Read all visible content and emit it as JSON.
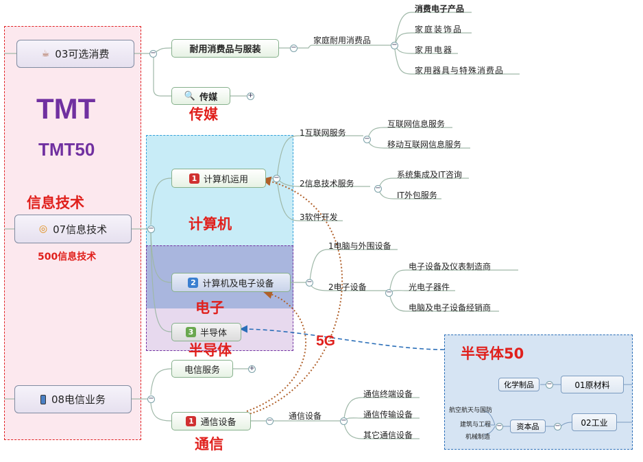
{
  "sections": {
    "tmt_title": "TMT",
    "tmt50": "TMT50",
    "info_tech_red": "信息技术",
    "info_tech500": "500信息技术",
    "media_red": "传媒",
    "computer_red": "计算机",
    "electronics_red": "电子",
    "semiconductor_red": "半导体",
    "telecom_red": "通信",
    "fiveg": "5G",
    "semi50": "半导体50"
  },
  "level1": {
    "consumer": "03可选消费",
    "infotech": "07信息技术",
    "telecom": "08电信业务"
  },
  "level2": {
    "durable": "耐用消费品与服装",
    "media": "传媒",
    "computer_app": "计算机运用",
    "computer_elec": "计算机及电子设备",
    "semiconductor": "半导体",
    "telecom_service": "电信服务",
    "telecom_equip": "通信设备"
  },
  "badges": {
    "b1": "1",
    "b2": "2",
    "b3": "3",
    "b4": "1"
  },
  "level3": {
    "home_durable": "家庭耐用消费品",
    "internet": "1互联网服务",
    "it_services": "2信息技术服务",
    "software": "3软件开发",
    "pc_peripheral": "1电脑与外围设备",
    "electronic_eq": "2电子设备",
    "comm_equip": "通信设备"
  },
  "level4": {
    "consumer_electronics": "消费电子产品",
    "home_decor": "家庭装饰品",
    "home_appliance": "家用电器",
    "home_goods": "家用器具与特殊消费品",
    "internet_info": "互联网信息服务",
    "mobile_internet": "移动互联网信息服务",
    "system_integration": "系统集成及IT咨询",
    "it_outsourcing": "IT外包服务",
    "instrument_mfg": "电子设备及仪表制造商",
    "optoelectronic": "光电子器件",
    "pc_distributor": "电脑及电子设备经销商",
    "comm_terminal": "通信终端设备",
    "comm_transmission": "通信传输设备",
    "other_comm": "其它通信设备"
  },
  "semi_box": {
    "chemical": "化学制品",
    "raw_material": "01原材料",
    "aerospace": "航空航天与国防",
    "construction": "建筑与工程",
    "machinery": "机械制造",
    "capital_goods": "资本品",
    "industrial": "02工业"
  },
  "toggles": {
    "minus": "−",
    "plus": "+"
  },
  "colors": {
    "pink_fill": "#fce8ee",
    "pink_border": "#e02020",
    "cyan_fill": "#c8ecf7",
    "blue_fill": "#a9b6de",
    "purple_fill": "#e7d9ee",
    "semi_box_fill": "#d6e4f3",
    "red_text": "#e0201c",
    "purple_text": "#7030a0",
    "arrow_brown": "#b0602a",
    "arrow_blue": "#2a6eb8"
  }
}
